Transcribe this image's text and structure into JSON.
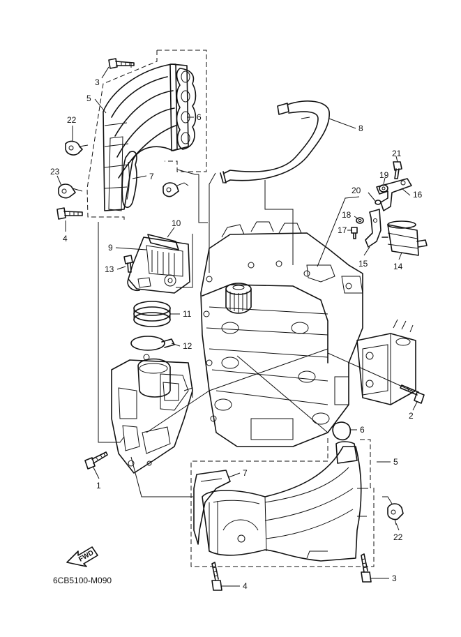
{
  "diagram": {
    "catalog_code": "6CB5100-M090",
    "fwd_label": "FWD",
    "callouts": [
      "3",
      "5",
      "22",
      "23",
      "4",
      "6",
      "7",
      "8",
      "21",
      "19",
      "20",
      "16",
      "18",
      "17",
      "10",
      "9",
      "13",
      "15",
      "14",
      "11",
      "12",
      "2",
      "6",
      "5",
      "1",
      "7",
      "22",
      "4",
      "3"
    ]
  }
}
